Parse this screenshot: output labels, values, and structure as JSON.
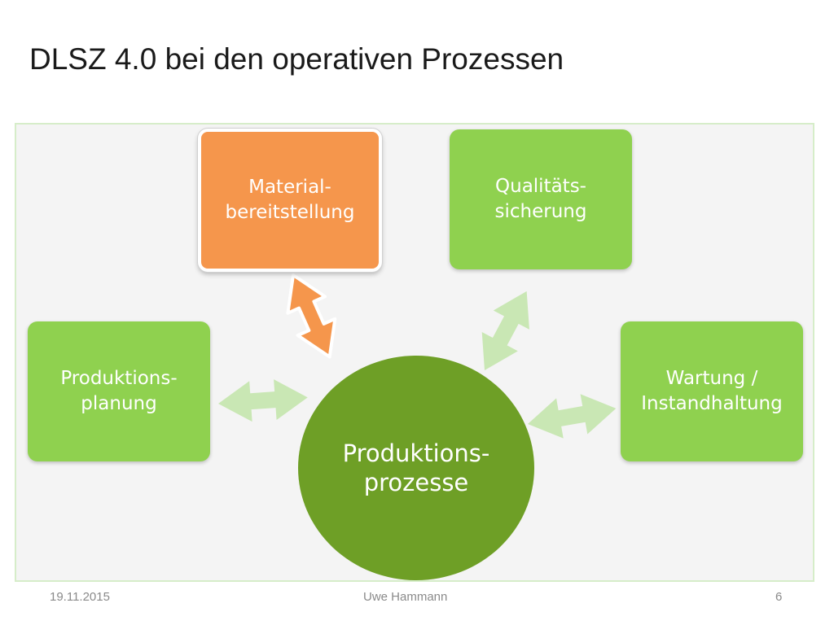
{
  "slide": {
    "title": "DLSZ 4.0 bei den operativen Prozessen"
  },
  "diagram": {
    "center": "Produktions-\nprozesse",
    "nodes": {
      "material": "Material-\nbereitstellung",
      "quality": "Qualitäts-\nsicherung",
      "planning": "Produktions-\nplanung",
      "maintenance": "Wartung /\nInstandhaltung"
    },
    "colors": {
      "node_green": "#8fd14f",
      "node_orange": "#f5964c",
      "hub_green": "#6e9f26",
      "arrow_light": "#c9e7b4",
      "arrow_orange": "#f5964c"
    }
  },
  "footer": {
    "date": "19.11.2015",
    "author": "Uwe Hammann",
    "page": "6"
  }
}
